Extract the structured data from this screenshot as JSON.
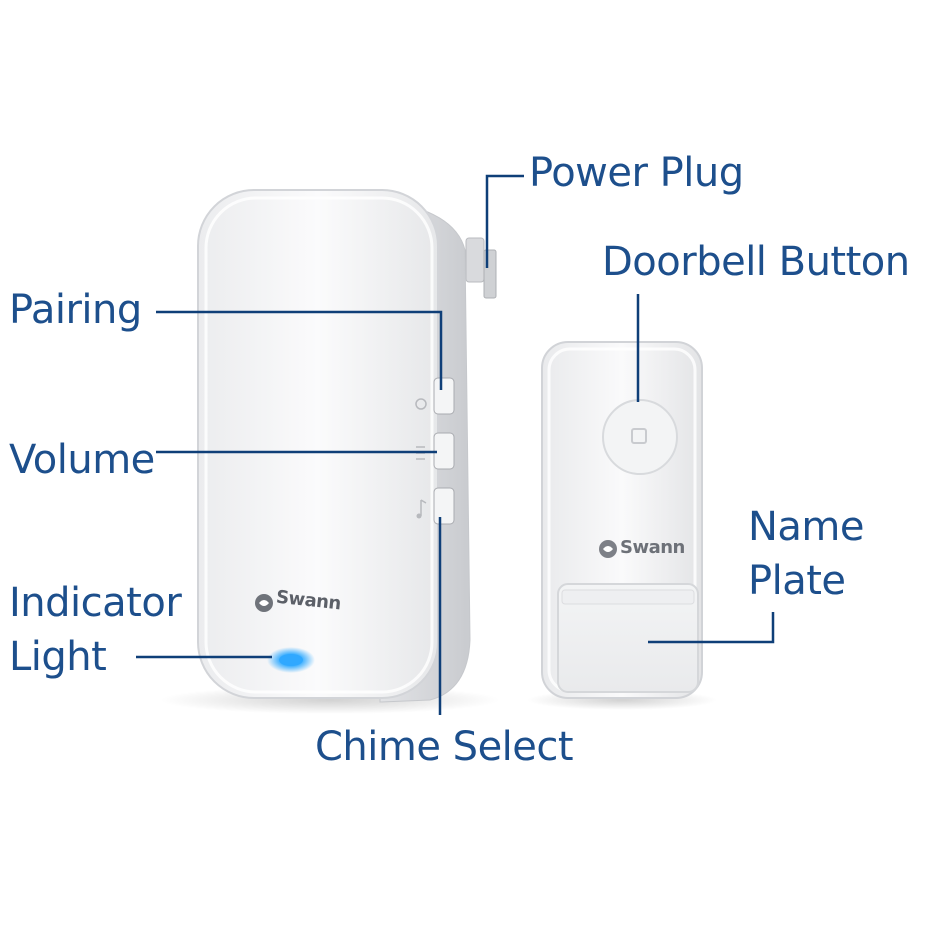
{
  "brand": "Swann",
  "labels": {
    "power_plug": "Power Plug",
    "doorbell_button": "Doorbell Button",
    "pairing": "Pairing",
    "volume": "Volume",
    "indicator_light_1": "Indicator",
    "indicator_light_2": "Light",
    "name_plate_1": "Name",
    "name_plate_2": "Plate",
    "chime_select": "Chime Select"
  },
  "colors": {
    "label_text": "#1d4f8c",
    "leader_line": "#0f3f78",
    "indicator_led": "#2fa8ff"
  }
}
